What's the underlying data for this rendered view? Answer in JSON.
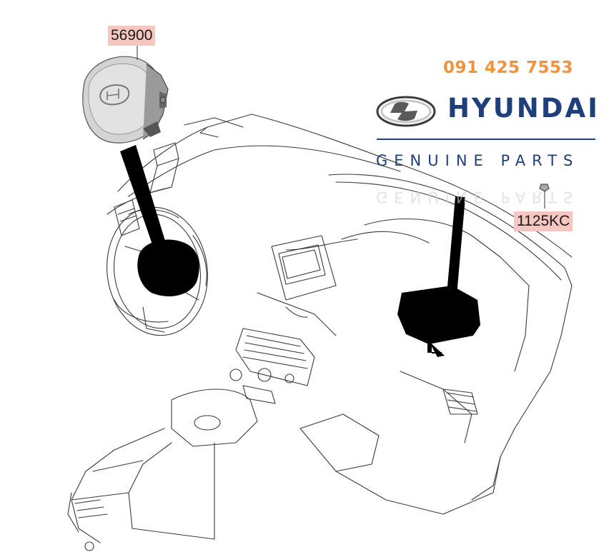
{
  "callouts": {
    "airbag_part_number": "56900",
    "bolt_part_number": "1125KC"
  },
  "branding": {
    "phone": "091 425 7553",
    "brand_name": "HYUNDAI",
    "tagline": "GENUINE PARTS",
    "phone_color": "#f0943c",
    "brand_color": "#1f3f7a"
  }
}
